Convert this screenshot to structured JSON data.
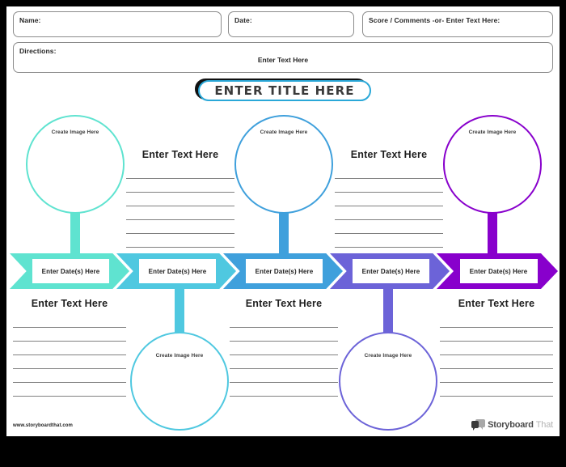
{
  "header": {
    "name_label": "Name:",
    "date_label": "Date:",
    "score_label": "Score / Comments -or- Enter Text Here:",
    "directions_label": "Directions:",
    "directions_value": "Enter Text Here"
  },
  "title": {
    "text": "ENTER TITLE HERE",
    "border_color": "#2aa8d8",
    "shadow_color": "#111111"
  },
  "common": {
    "image_placeholder": "Create Image Here",
    "text_placeholder": "Enter Text Here",
    "date_placeholder": "Enter Date(s) Here",
    "line_count": 6
  },
  "timeline": {
    "steps": [
      {
        "color": "#5FE3D0",
        "date_label": "Enter Date(s) Here",
        "circle_position": "top",
        "image_label": "Create Image Here"
      },
      {
        "color": "#4FC8E0",
        "date_label": "Enter Date(s) Here",
        "circle_position": "bottom",
        "image_label": "Create Image Here"
      },
      {
        "color": "#3FA0DC",
        "date_label": "Enter Date(s) Here",
        "circle_position": "top",
        "image_label": "Create Image Here"
      },
      {
        "color": "#6C63D8",
        "date_label": "Enter Date(s) Here",
        "circle_position": "bottom",
        "image_label": "Create Image Here"
      },
      {
        "color": "#8800CC",
        "date_label": "Enter Date(s) Here",
        "circle_position": "top",
        "image_label": "Create Image Here"
      }
    ]
  },
  "text_blocks": {
    "top": [
      {
        "heading": "Enter Text Here"
      },
      {
        "heading": "Enter Text Here"
      }
    ],
    "bottom": [
      {
        "heading": "Enter Text Here"
      },
      {
        "heading": "Enter Text Here"
      },
      {
        "heading": "Enter Text Here"
      }
    ]
  },
  "footer": {
    "url": "www.storyboardthat.com",
    "logo_primary": "Storyboard",
    "logo_secondary": "That"
  }
}
